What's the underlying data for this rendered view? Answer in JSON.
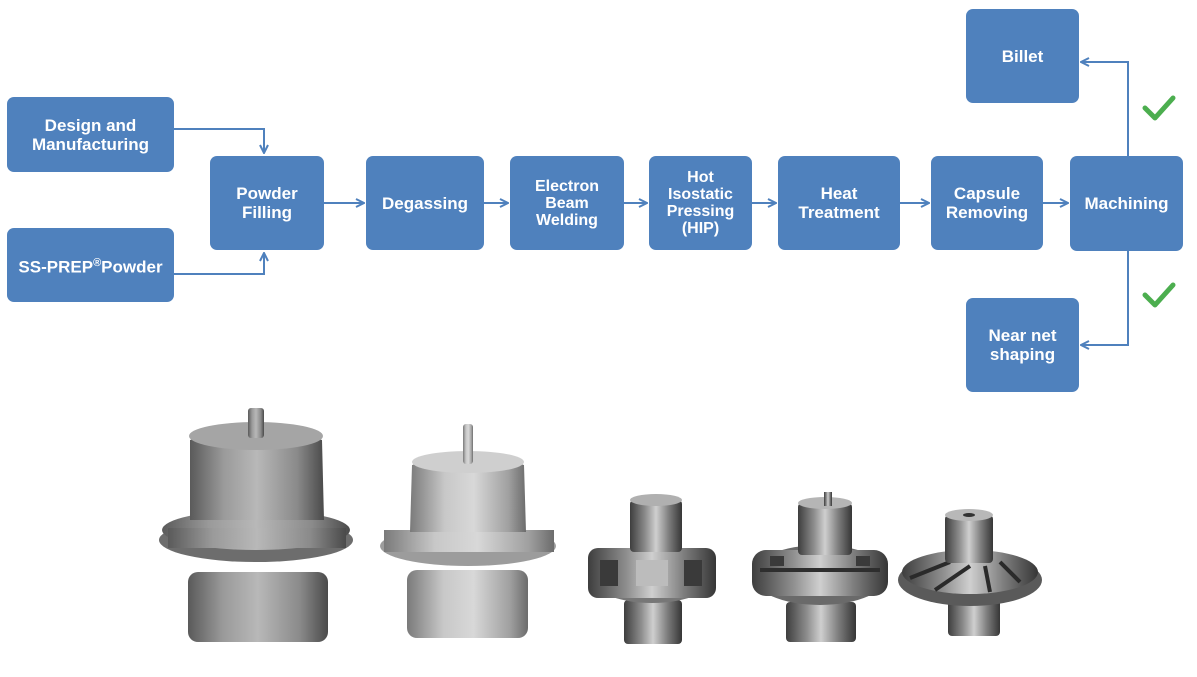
{
  "process": {
    "design": [
      "Design and",
      "Manufacturing"
    ],
    "powder_pre": "SS-PREP",
    "powder_reg": "®",
    "powder_post": "Powder",
    "powder_filling": [
      "Powder",
      "Filling"
    ],
    "degassing": "Degassing",
    "ebw": [
      "Electron",
      "Beam",
      "Welding"
    ],
    "hip": [
      "Hot",
      "Isostatic",
      "Pressing",
      "(HIP)"
    ],
    "heat": [
      "Heat",
      "Treatment"
    ],
    "capsule": [
      "Capsule",
      "Removing"
    ],
    "machining": "Machining",
    "billet": "Billet",
    "nns": [
      "Near net",
      "shaping"
    ]
  },
  "colors": {
    "box": "#4f81bd",
    "arrow": "#4f81bd",
    "check": "#4cae4f"
  },
  "icons": {
    "check": "check-icon"
  },
  "photo": {
    "parts_count": 5
  }
}
